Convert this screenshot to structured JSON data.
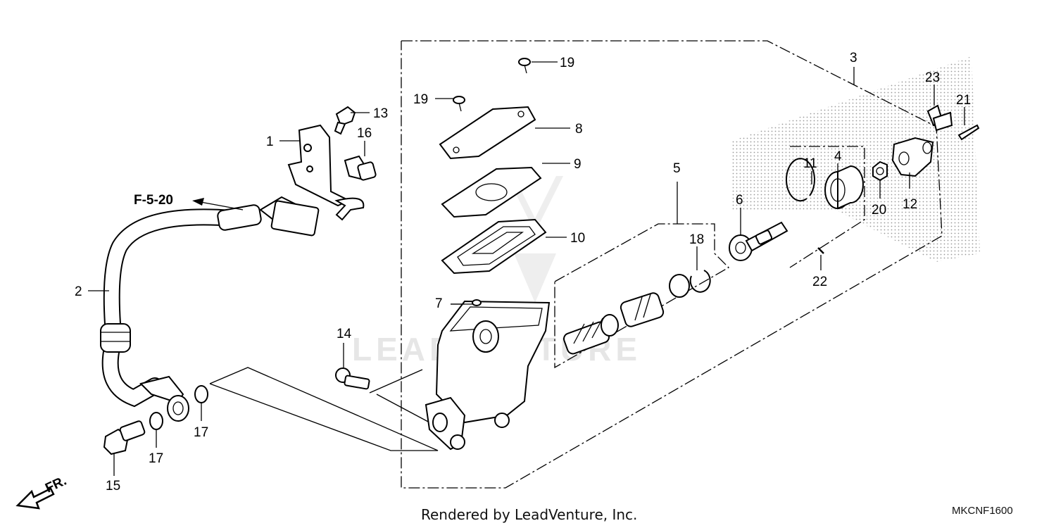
{
  "diagram": {
    "callouts": [
      "1",
      "2",
      "3",
      "4",
      "5",
      "6",
      "7",
      "8",
      "9",
      "10",
      "11",
      "12",
      "13",
      "14",
      "15",
      "16",
      "17",
      "17",
      "18",
      "19",
      "19",
      "20",
      "21",
      "22",
      "23"
    ],
    "reference": "F-5-20",
    "direction_label": "FR.",
    "footer": "Rendered by LeadVenture, Inc.",
    "diagram_code": "MKCNF1600",
    "watermark": "LEADVENTURE"
  }
}
